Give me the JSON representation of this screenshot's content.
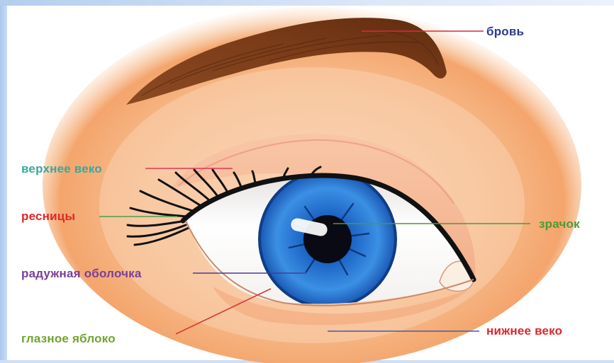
{
  "labels": {
    "eyebrow": "бровь",
    "upper_eyelid": "верхнее веко",
    "eyelashes": "ресницы",
    "pupil": "зрачок",
    "iris": "радужная оболочка",
    "eyeball": "глазное яблоко",
    "lower_eyelid": "нижнее веко"
  },
  "colors": {
    "eyebrow_label": "#2b3a8c",
    "upper_eyelid_label": "#3aa89a",
    "eyelashes_label": "#e0262b",
    "pupil_label": "#4f9a32",
    "iris_label": "#7a3f98",
    "eyeball_label": "#6ea52e",
    "lower_eyelid_label": "#e0262b",
    "iris": "#2f7fd6",
    "skin": "#f6b07c",
    "brow": "#7a3e1c"
  }
}
